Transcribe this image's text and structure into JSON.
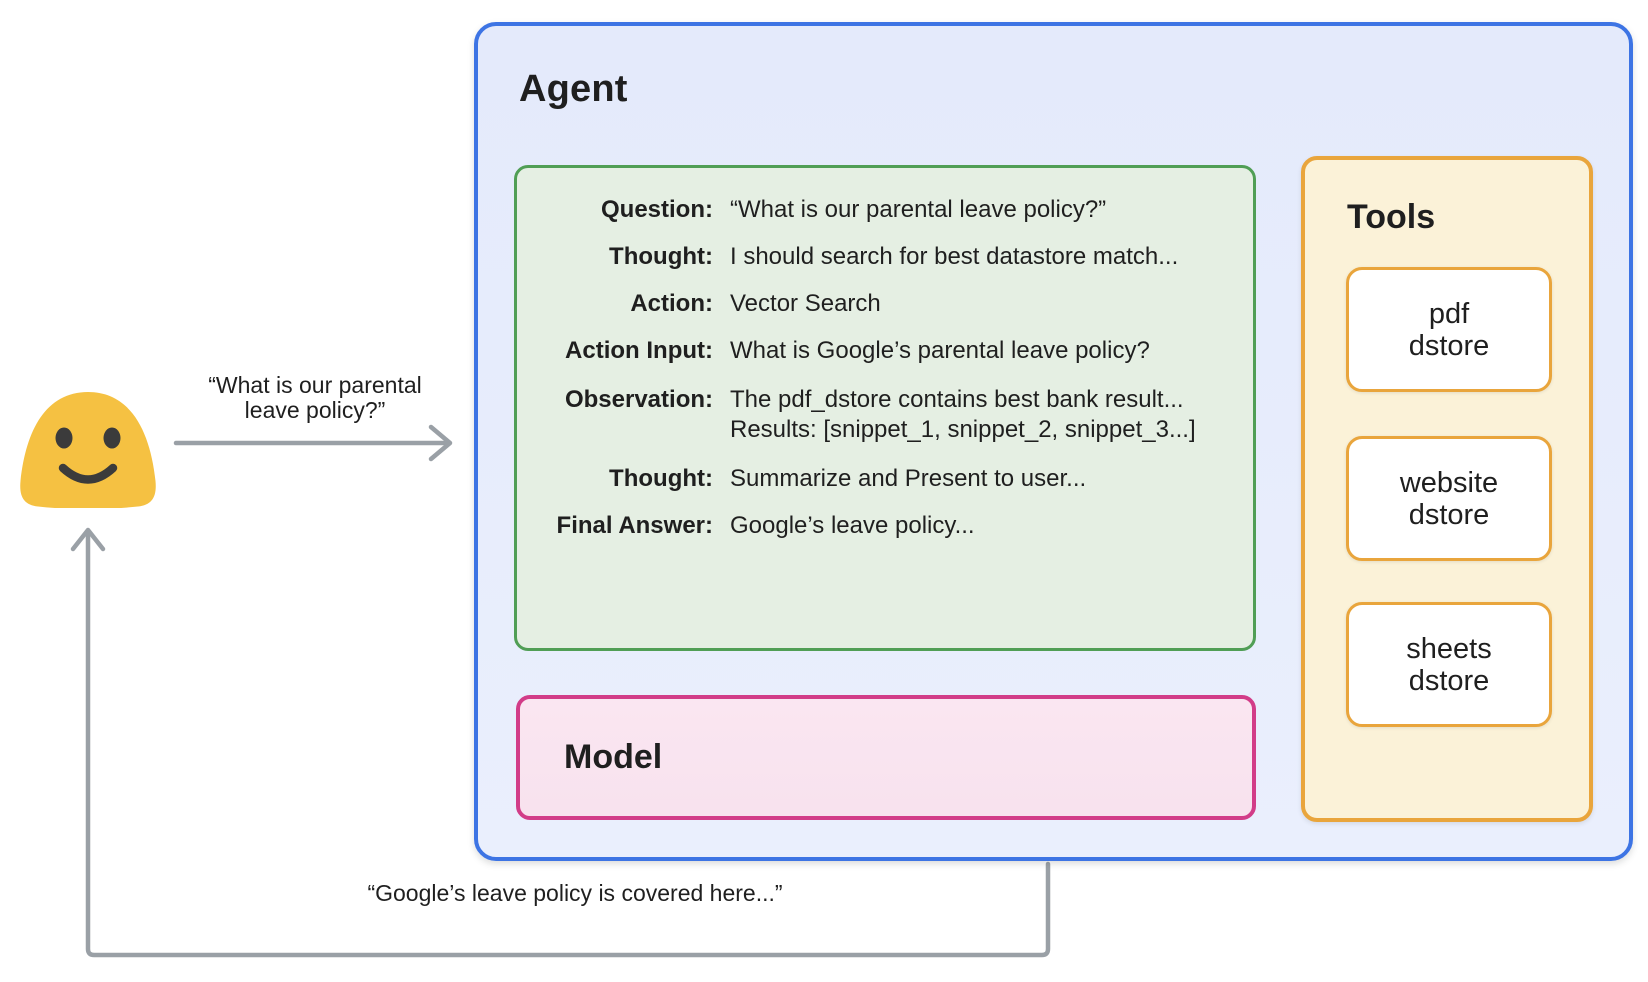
{
  "agent": {
    "title": "Agent"
  },
  "scratchpad": {
    "rows": [
      {
        "label": "Question:",
        "value": "“What is our parental leave policy?”"
      },
      {
        "label": "Thought:",
        "value": "I should search for best datastore match..."
      },
      {
        "label": "Action:",
        "value": "Vector Search"
      },
      {
        "label": "Action Input:",
        "value": "What is Google’s parental leave policy?"
      },
      {
        "label": "Observation:",
        "value": "The pdf_dstore contains best bank result...",
        "value2": "Results: [snippet_1, snippet_2, snippet_3...]"
      },
      {
        "label": "Thought:",
        "value": "Summarize and Present to user..."
      },
      {
        "label": "Final Answer:",
        "value": "Google’s leave policy..."
      }
    ]
  },
  "model": {
    "title": "Model"
  },
  "tools": {
    "title": "Tools",
    "items": [
      {
        "line1": "pdf",
        "line2": "dstore"
      },
      {
        "line1": "website",
        "line2": "dstore"
      },
      {
        "line1": "sheets",
        "line2": "dstore"
      }
    ]
  },
  "labels": {
    "request_line1": "“What is our parental",
    "request_line2": "leave policy?”",
    "response": "“Google’s leave policy is covered here...”"
  },
  "user": {
    "icon": "smiling-blob-emoji"
  },
  "colors": {
    "agent_border": "#3D74E4",
    "agent_fill": "#E7ECFC",
    "scratchpad_border": "#509E55",
    "scratchpad_fill": "#E5EFE3",
    "model_border": "#D23C88",
    "model_fill": "#F9E4EF",
    "tools_border": "#E9A53C",
    "tools_fill": "#FBF2D8",
    "connector_gray": "#9AA0A6",
    "emoji_yellow": "#F5C142",
    "emoji_features": "#3B3B3B",
    "text": "#1F1F1F"
  }
}
